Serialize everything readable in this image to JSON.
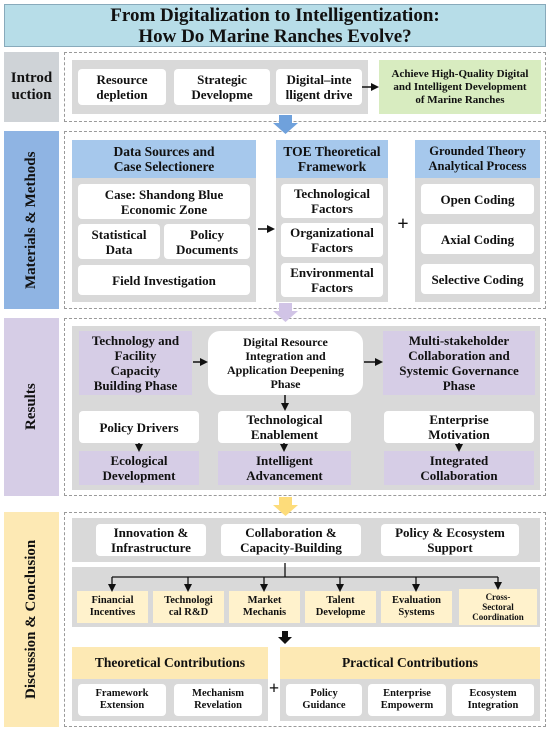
{
  "title": {
    "line1": "From Digitalization to Intelligentization:",
    "line2": "How Do Marine Ranches Evolve?"
  },
  "intro": {
    "label": "Introd\nuction",
    "items": [
      "Resource\ndepletion",
      "Strategic\nDevelopme",
      "Digital–inte\nlligent drive"
    ],
    "goal": "Achieve High-Quality Digital\nand Intelligent Development\nof Marine Ranches"
  },
  "methods": {
    "label": "Materials & Methods",
    "col1": {
      "header": "Data Sources and\nCase Selectionere",
      "case": "Case: Shandong Blue\nEconomic Zone",
      "statistical": "Statistical\nData",
      "policy": "Policy\nDocuments",
      "field": "Field Investigation"
    },
    "col2": {
      "header": "TOE Theoretical\nFramework",
      "items": [
        "Technological\nFactors",
        "Organizational\nFactors",
        "Environmental\nFactors"
      ]
    },
    "plus": "+",
    "col3": {
      "header": "Grounded Theory\nAnalytical Process",
      "items": [
        "Open Coding",
        "Axial Coding",
        "Selective Coding"
      ]
    }
  },
  "results": {
    "label": "Results",
    "phase1": "Technology and\nFacility\nCapacity\nBuilding Phase",
    "phase2": "Digital Resource\nIntegration and\nApplication Deepening\nPhase",
    "phase3": "Multi-stakeholder\nCollaboration and\nSystemic Governance\nPhase",
    "drivers": [
      "Policy Drivers",
      "Technological\nEnablement",
      "Enterprise\nMotivation"
    ],
    "outcomes": [
      "Ecological\nDevelopment",
      "Intelligent\nAdvancement",
      "Integrated\nCollaboration"
    ]
  },
  "discussion": {
    "label": "Discussion & Conclusion",
    "pillars": [
      "Innovation &\nInfrastructure",
      "Collaboration &\nCapacity-Building",
      "Policy & Ecosystem\nSupport"
    ],
    "measures": [
      "Financial\nIncentives",
      "Technologi\ncal R&D",
      "Market\nMechanis",
      "Talent\nDevelopme",
      "Evaluation\nSystems",
      "Cross-\nSectoral\nCoordination"
    ],
    "theoretical": {
      "header": "Theoretical Contributions",
      "items": [
        "Framework\nExtension",
        "Mechanism\nRevelation"
      ]
    },
    "plus": "+",
    "practical": {
      "header": "Practical Contributions",
      "items": [
        "Policy\nGuidance",
        "Enterprise\nEmpowerm",
        "Ecosystem\nIntegration"
      ]
    }
  },
  "colors": {
    "title_bg": "#b7dde8",
    "intro_label": "#cfd3d7",
    "methods_label": "#8fb4e3",
    "results_label": "#d6cde6",
    "discussion_label": "#fde9b4",
    "section_arrow_blue": "#6fa1dc",
    "section_arrow_purple": "#d1c4e6",
    "section_arrow_yellow": "#fddc7a"
  }
}
